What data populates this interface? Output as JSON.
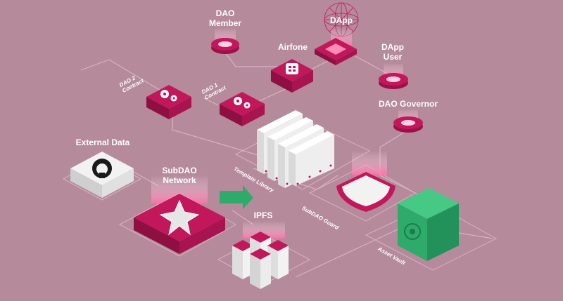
{
  "diagram": {
    "colors": {
      "background": "#b58a9b",
      "line": "#d8b3c2",
      "magenta": "#c2185b",
      "green": "#2eab6b",
      "white": "#f2f2f2"
    },
    "labels": {
      "dao_member": "DAO\nMember",
      "dapp": "DApp",
      "airfone": "Airfone",
      "dapp_user": "DApp\nUser",
      "dao_governor": "DAO Governor",
      "dao2_contract": "DAO 2\nContract",
      "dao1_contract": "DAO 1\nContract",
      "external_data": "External Data",
      "subdao_network": "SubDAO\nNetwork",
      "ipfs": "IPFS",
      "template_library": "Template Library",
      "subdao_guard": "SubDAO Guard",
      "asset_vault": "Asset Vault"
    },
    "icons": [
      "github-icon",
      "star-icon",
      "gear-icon",
      "phone-icon",
      "network-sphere-icon",
      "shield-icon",
      "safe-icon",
      "server-icon"
    ]
  }
}
